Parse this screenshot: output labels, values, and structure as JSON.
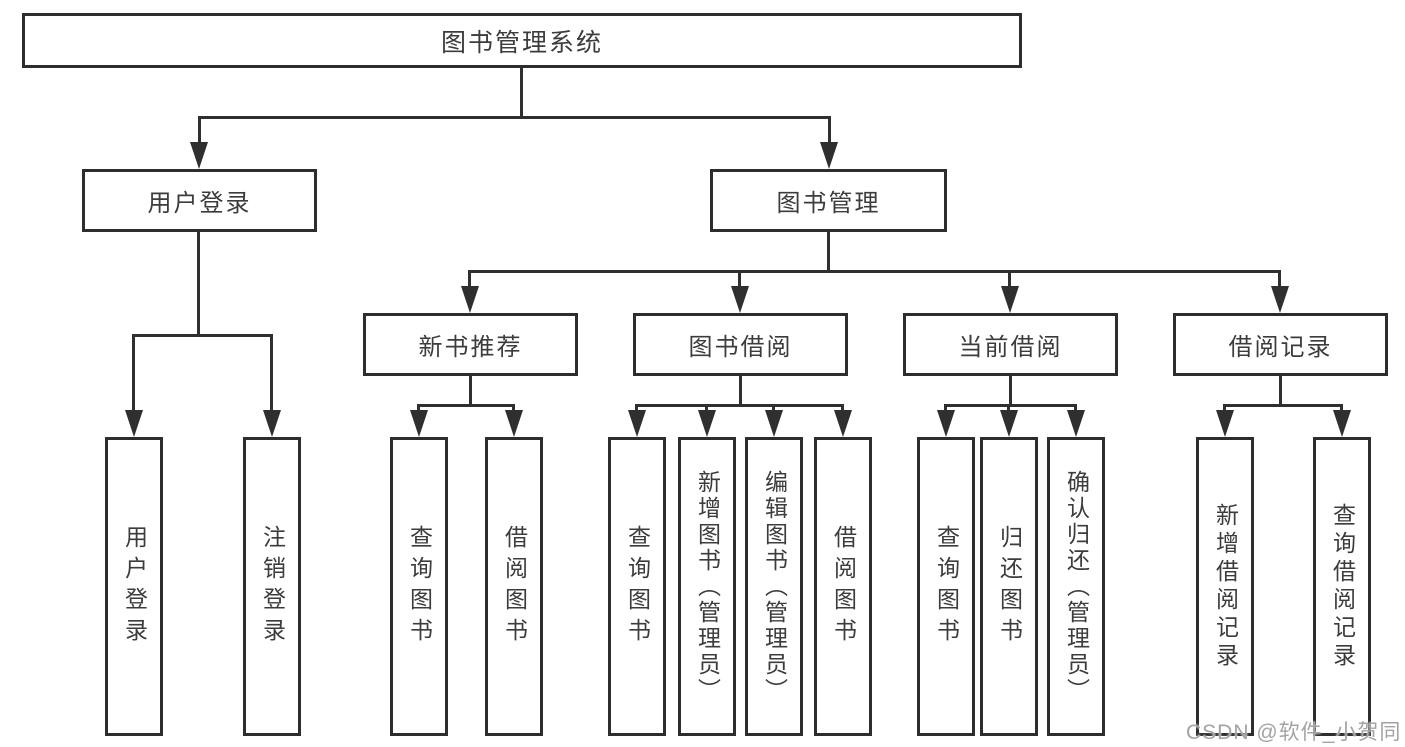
{
  "diagram": {
    "root_label": "图书管理系统",
    "level1": {
      "user_login": "用户登录",
      "book_management": "图书管理"
    },
    "level2": {
      "new_book_recommend": "新书推荐",
      "book_borrow": "图书借阅",
      "current_borrow": "当前借阅",
      "borrow_records": "借阅记录"
    },
    "leaves": {
      "user_login": [
        "用户登录",
        "注销登录"
      ],
      "new_book_recommend": [
        "查询图书",
        "借阅图书"
      ],
      "book_borrow": [
        "查询图书",
        "新增图书（管理员）",
        "编辑图书（管理员）",
        "借阅图书"
      ],
      "current_borrow": [
        "查询图书",
        "归还图书",
        "确认归还（管理员）"
      ],
      "borrow_records": [
        "新增借阅记录",
        "查询借阅记录"
      ]
    },
    "watermark": "CSDN @软件_小贺同学",
    "colors": {
      "line": "#2f2f2f",
      "box_border": "#2d2d2d",
      "box_fill": "#ffffff",
      "text": "#3c3c3c",
      "watermark": "#a3a3a3"
    }
  }
}
